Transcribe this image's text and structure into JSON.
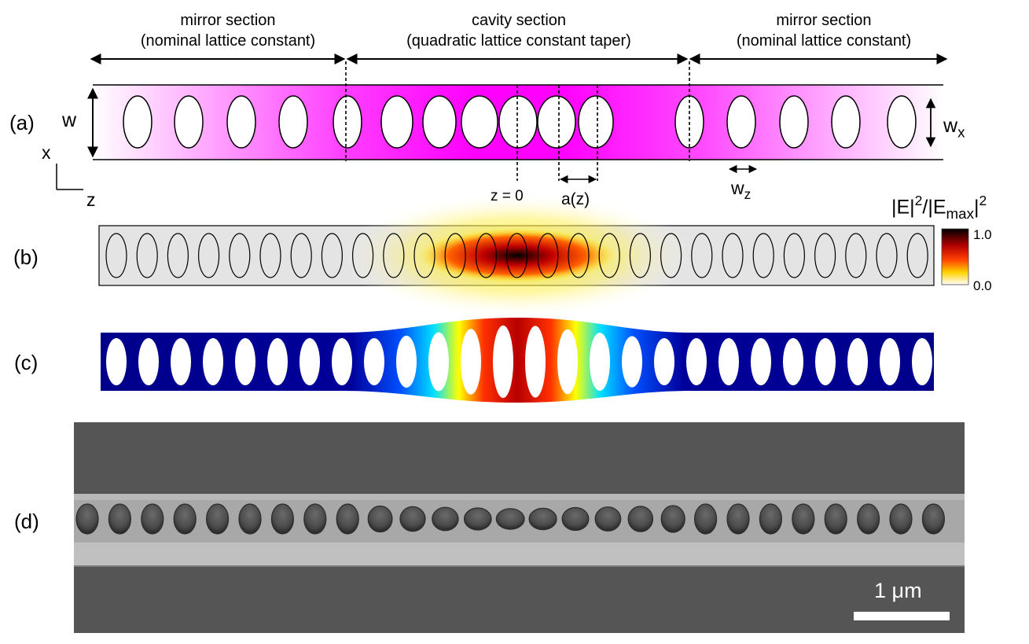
{
  "sections": {
    "left": {
      "line1": "mirror section",
      "line2": "(nominal lattice constant)"
    },
    "center": {
      "line1": "cavity  section",
      "line2": "(quadratic lattice constant taper)"
    },
    "right": {
      "line1": "mirror section",
      "line2": "(nominal lattice constant)"
    }
  },
  "panels": {
    "a": "(a)",
    "b": "(b)",
    "c": "(c)",
    "d": "(d)"
  },
  "labels": {
    "w": "w",
    "wx_main": "w",
    "wx_sub": "x",
    "wz_main": "w",
    "wz_sub": "z",
    "axis_x": "x",
    "axis_z": "z",
    "z0": "z = 0",
    "az": "a(z)"
  },
  "colorbar": {
    "title": "|E|²/|E_max|²",
    "title_parts": {
      "a": "|E|",
      "b": "2",
      "c": "/|E",
      "d": "max",
      "e": "|",
      "f": "2"
    },
    "max_label": "1.0",
    "min_label": "0.0"
  },
  "scalebar": {
    "label": "1 μm"
  },
  "colors": {
    "cavity_magenta": "#ff00ff",
    "waveguide_gray": "#e4e4e4",
    "strain_blue": "#00008a",
    "sem_background": "#555555",
    "sem_beam": "#a8a8a8"
  }
}
